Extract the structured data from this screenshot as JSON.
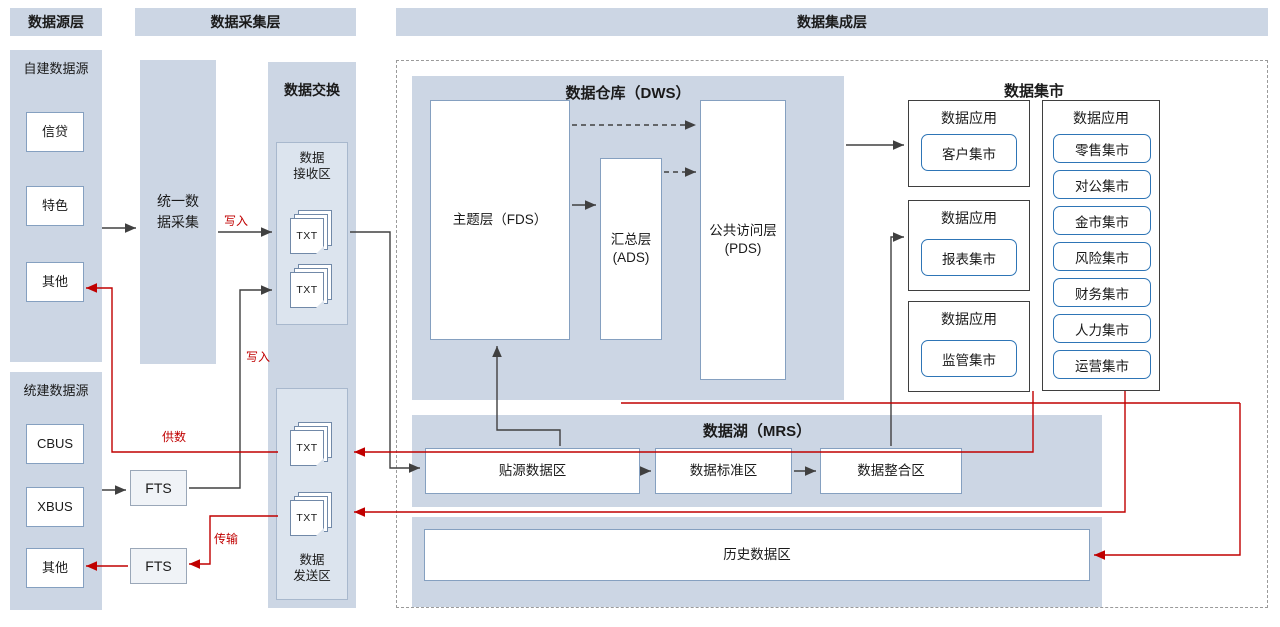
{
  "colors": {
    "panel_blue": "#ccd6e4",
    "subpanel_blue": "#dce4ee",
    "box_border": "#85a0c0",
    "mart_border": "#2e75b6",
    "line_black": "#404040",
    "line_red": "#c00000"
  },
  "headers": {
    "source": "数据源层",
    "collection": "数据采集层",
    "integration": "数据集成层"
  },
  "source_layer": {
    "self_built": {
      "title": "自建数据源",
      "items": [
        "信贷",
        "特色",
        "其他"
      ]
    },
    "unified": {
      "title": "统建数据源",
      "items": [
        "CBUS",
        "XBUS",
        "其他"
      ]
    }
  },
  "collection_layer": {
    "unified_collection": "统一数\n据采集",
    "fts_top": "FTS",
    "fts_bottom": "FTS",
    "exchange": {
      "title": "数据交换",
      "receive_label": "数据\n接收区",
      "send_label": "数据\n发送区",
      "file_type": "TXT"
    }
  },
  "warehouse": {
    "title": "数据仓库（DWS）",
    "fds": "主题层（FDS）",
    "ads": "汇总层\n(ADS)",
    "pds": "公共访问层\n(PDS)"
  },
  "marts": {
    "title": "数据集市",
    "groups": [
      {
        "label": "数据应用",
        "items": [
          "客户集市"
        ]
      },
      {
        "label": "数据应用",
        "items": [
          "报表集市"
        ]
      },
      {
        "label": "数据应用",
        "items": [
          "监管集市"
        ]
      }
    ],
    "right_group": {
      "label": "数据应用",
      "items": [
        "零售集市",
        "对公集市",
        "金市集市",
        "风险集市",
        "财务集市",
        "人力集市",
        "运营集市"
      ]
    }
  },
  "lake": {
    "title": "数据湖（MRS）",
    "zones": [
      "贴源数据区",
      "数据标准区",
      "数据整合区"
    ],
    "history": "历史数据区"
  },
  "edge_labels": {
    "write_top": "写入",
    "write_bottom": "写入",
    "supply": "供数",
    "transfer": "传输"
  }
}
